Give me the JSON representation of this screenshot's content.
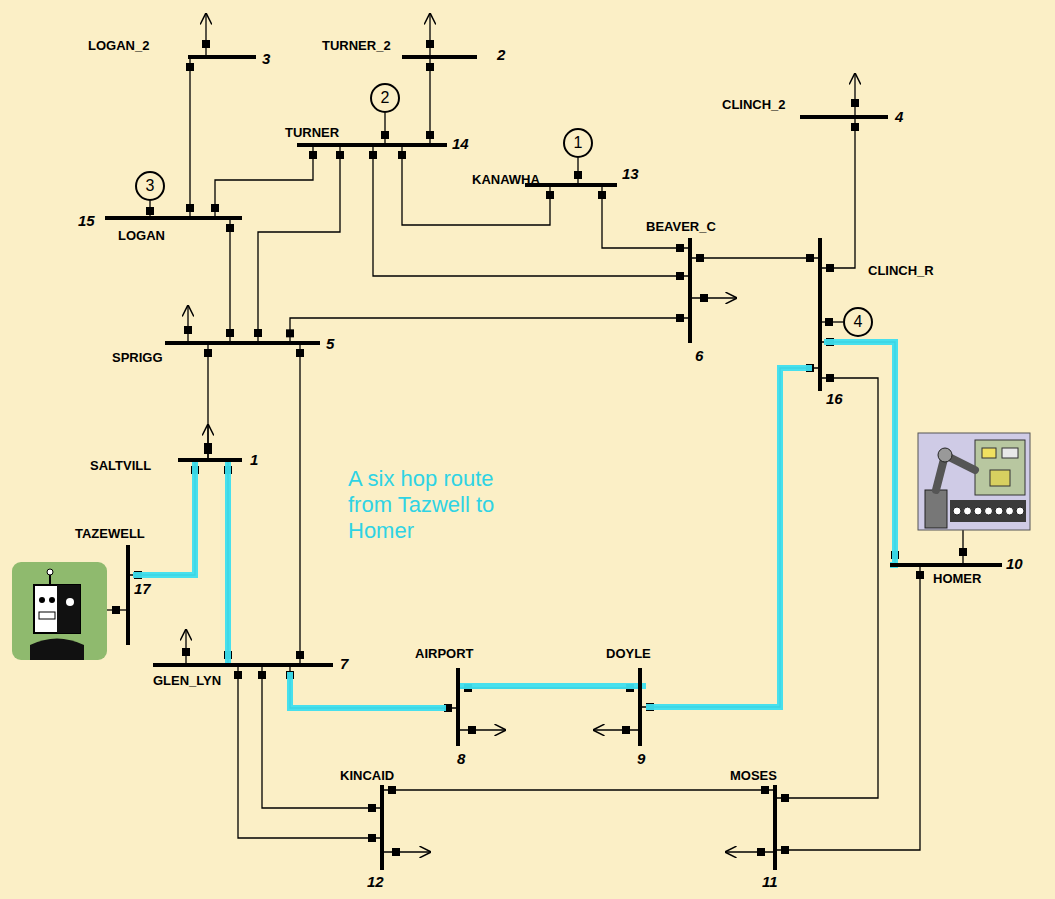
{
  "diagram": {
    "nodes": [
      {
        "text": [
          "LOGAN_2",
          "3"
        ]
      },
      {
        "text": [
          "TURNER_2",
          "2"
        ]
      },
      {
        "text": [
          "2"
        ]
      },
      {
        "text": [
          "CLINCH_2",
          "4"
        ]
      },
      {
        "text": [
          "1"
        ]
      },
      {
        "text": [
          "TURNER",
          "14"
        ]
      },
      {
        "text": [
          "KANAWHA",
          "13"
        ]
      },
      {
        "text": [
          "3"
        ]
      },
      {
        "text": [
          "LOGAN",
          "15"
        ]
      },
      {
        "text": [
          "BEAVER_C",
          "6"
        ]
      },
      {
        "text": [
          "CLINCH_R",
          "16"
        ]
      },
      {
        "text": [
          "4"
        ]
      },
      {
        "text": [
          "SPRIGG",
          "5"
        ]
      },
      {
        "text": [
          "SALTVILL",
          "1"
        ]
      },
      {
        "text": [
          "TAZEWELL",
          "17"
        ]
      },
      {
        "text": [
          "HOMER",
          "10"
        ]
      },
      {
        "text": [
          "GLEN_LYN",
          "7"
        ]
      },
      {
        "text": [
          "AIRPORT",
          "8"
        ]
      },
      {
        "text": [
          "DOYLE",
          "9"
        ]
      },
      {
        "text": [
          "KINCAID",
          "12"
        ]
      },
      {
        "text": [
          "MOSES",
          "11"
        ]
      }
    ],
    "edges": [
      {
        "from": 0,
        "to": 8,
        "arrow": "none"
      },
      {
        "from": 1,
        "to": 5,
        "arrow": "none"
      },
      {
        "from": 2,
        "to": 5,
        "arrow": "none"
      },
      {
        "from": 3,
        "to": 10,
        "arrow": "none"
      },
      {
        "from": 4,
        "to": 6,
        "arrow": "none"
      },
      {
        "from": 5,
        "to": 8,
        "arrow": "none"
      },
      {
        "from": 5,
        "to": 12,
        "arrow": "none"
      },
      {
        "from": 5,
        "to": 9,
        "arrow": "none"
      },
      {
        "from": 5,
        "to": 6,
        "arrow": "none"
      },
      {
        "from": 6,
        "to": 9,
        "arrow": "none"
      },
      {
        "from": 7,
        "to": 8,
        "arrow": "none"
      },
      {
        "from": 8,
        "to": 12,
        "arrow": "none"
      },
      {
        "from": 9,
        "to": 10,
        "arrow": "none"
      },
      {
        "from": 11,
        "to": 10,
        "arrow": "none"
      },
      {
        "from": 12,
        "to": 9,
        "arrow": "none"
      },
      {
        "from": 12,
        "to": 13,
        "arrow": "none"
      },
      {
        "from": 12,
        "to": 16,
        "arrow": "none"
      },
      {
        "from": 13,
        "to": 14,
        "arrow": "none"
      },
      {
        "from": 13,
        "to": 16,
        "arrow": "none"
      },
      {
        "from": 10,
        "to": 15,
        "arrow": "none"
      },
      {
        "from": 16,
        "to": 17,
        "arrow": "none"
      },
      {
        "from": 17,
        "to": 18,
        "arrow": "none"
      },
      {
        "from": 18,
        "to": 10,
        "arrow": "none"
      },
      {
        "from": 10,
        "to": 20,
        "arrow": "none"
      },
      {
        "from": 15,
        "to": 20,
        "arrow": "none"
      },
      {
        "from": 16,
        "to": 19,
        "arrow": "none"
      },
      {
        "from": 16,
        "to": 19,
        "arrow": "none"
      },
      {
        "from": 19,
        "to": 20,
        "arrow": "none"
      }
    ],
    "labels": [
      "A six hop route from Tazwell to Homer"
    ]
  }
}
